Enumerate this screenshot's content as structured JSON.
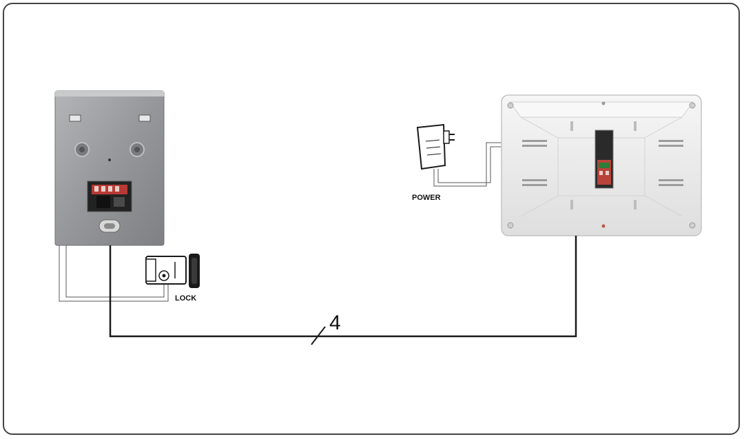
{
  "labels": {
    "lock": "LOCK",
    "power": "POWER",
    "wire_count": "4"
  },
  "colors": {
    "outdoor_panel": "#9a9b9d",
    "monitor_body": "#ededed",
    "wire": "#1a1a1a",
    "frame_border": "#444444"
  },
  "icons": [
    "outdoor-camera-panel",
    "electric-lock-icon",
    "power-adapter-icon",
    "indoor-monitor-back"
  ]
}
